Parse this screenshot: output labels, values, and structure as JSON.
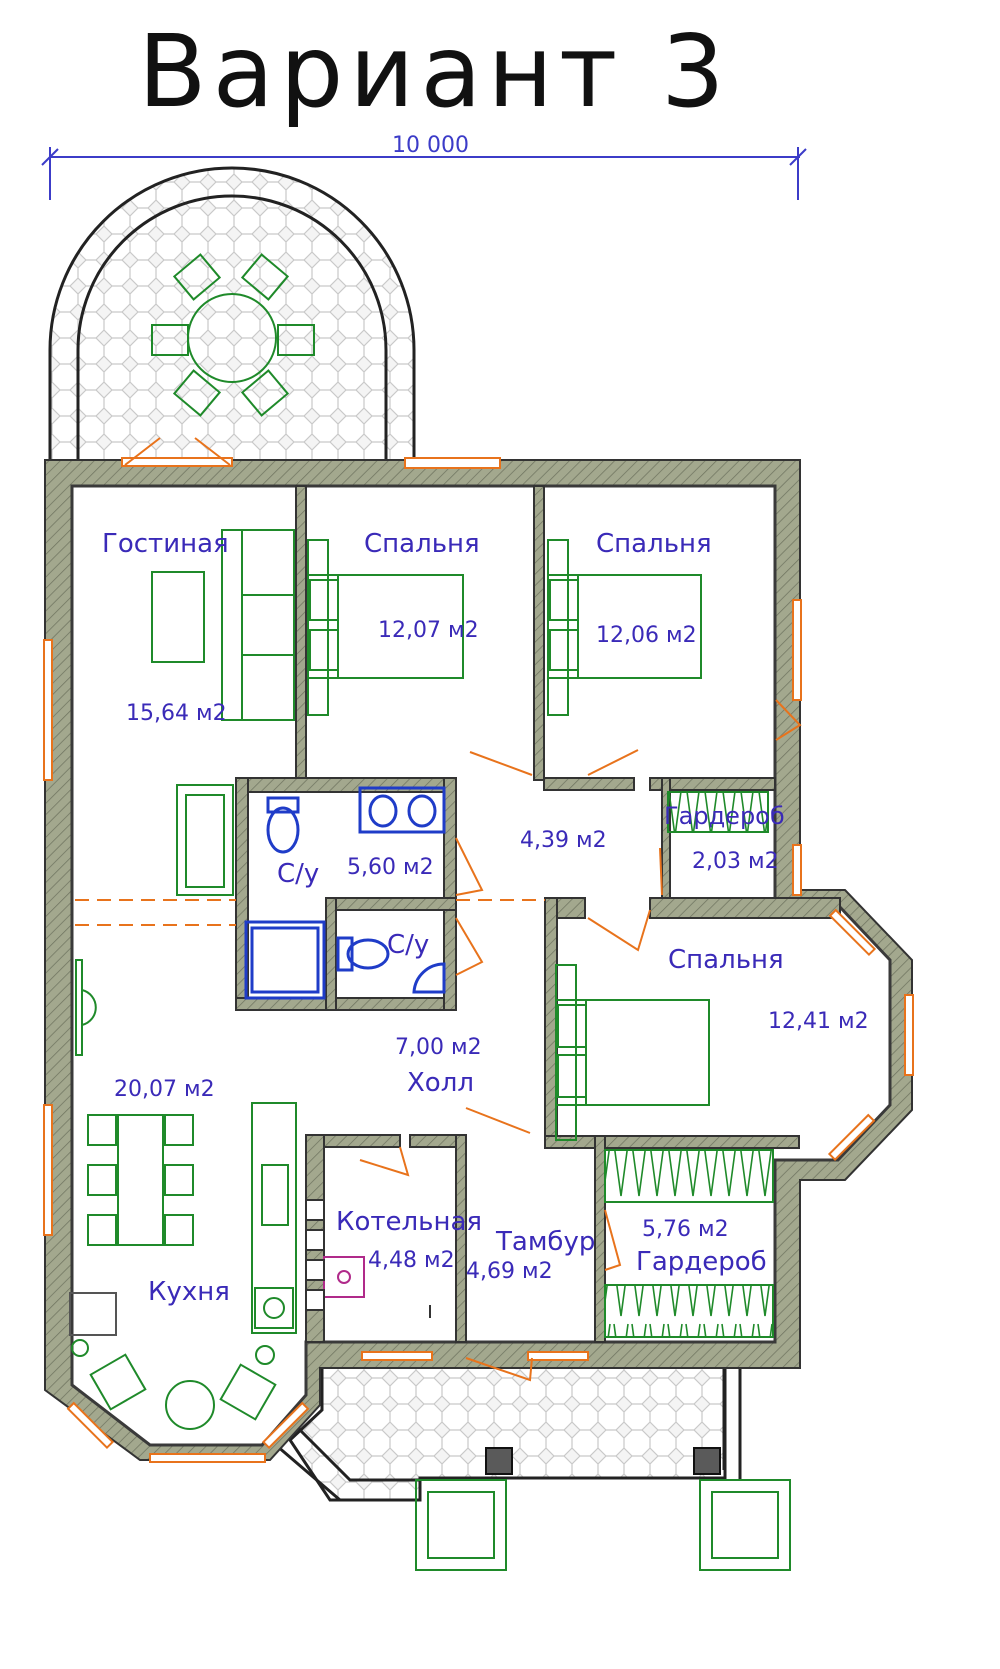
{
  "title": "Вариант 3",
  "dimension": "10 000",
  "rooms": {
    "living": {
      "name": "Гостиная",
      "area": "15,64 м2"
    },
    "bedroom1": {
      "name": "Спальня",
      "area": "12,07 м2"
    },
    "bedroom2": {
      "name": "Спальня",
      "area": "12,06 м2"
    },
    "bedroom3": {
      "name": "Спальня",
      "area": "12,41 м2"
    },
    "bath1": {
      "name": "С/у",
      "area": "5,60 м2"
    },
    "bath2": {
      "name": "С/у"
    },
    "corridor": {
      "area": "4,39 м2"
    },
    "wardrobe_small": {
      "name": "Гардероб",
      "area": "2,03 м2"
    },
    "hall": {
      "name": "Холл",
      "area": "7,00 м2"
    },
    "kitchen": {
      "name": "Кухня",
      "area": "20,07 м2"
    },
    "boiler": {
      "name": "Котельная",
      "area": "4,48 м2"
    },
    "vestibule": {
      "name": "Тамбур",
      "area": "4,69 м2"
    },
    "wardrobe_large": {
      "name": "Гардероб",
      "area": "5,76 м2"
    }
  },
  "colors": {
    "wall_fill": "#a3a88e",
    "window": "#e8731c",
    "furniture": "#1f8a2a",
    "sanitary": "#1f3cc8",
    "labels": "#3a2ab8"
  }
}
